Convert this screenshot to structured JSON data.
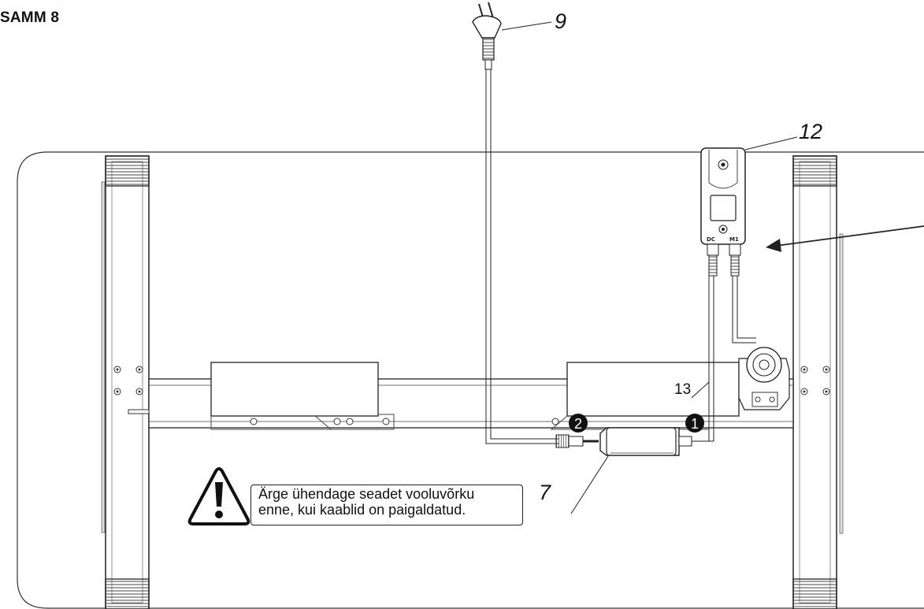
{
  "step": {
    "title": "SAMM 8"
  },
  "callouts": {
    "plug": "9",
    "control_box": "12",
    "cable": "13",
    "power_adapter": "7"
  },
  "connection_markers": [
    "1",
    "2"
  ],
  "warning": {
    "line1": "Ärge ühendage seadet vooluvõrku",
    "line2": "enne, kui kaablid on paigaldatud."
  },
  "control_box_labels": {
    "left_port": "DC",
    "right_port": "M1"
  },
  "icons": [
    "warning-triangle-icon",
    "power-plug-icon",
    "arrow-icon"
  ]
}
